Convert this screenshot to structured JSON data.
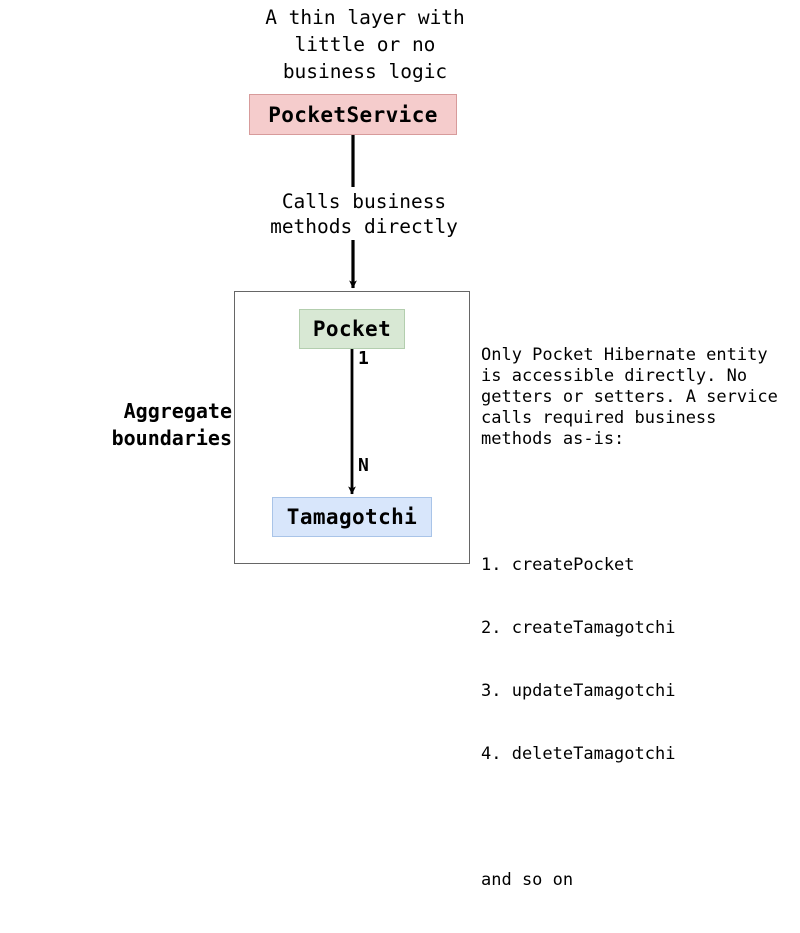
{
  "diagram": {
    "title_caption": "A thin layer with\nlittle or no\nbusiness logic",
    "mid_caption": "Calls business\nmethods directly",
    "aggregate_label": "Aggregate\nboundaries",
    "nodes": {
      "service": {
        "label": "PocketService",
        "fill": "#f5cccc",
        "stroke": "#d79b9b"
      },
      "pocket": {
        "label": "Pocket",
        "fill": "#d8e8d4",
        "stroke": "#b3ceae"
      },
      "tamagotchi": {
        "label": "Tamagotchi",
        "fill": "#d8e6fb",
        "stroke": "#a9c4e8"
      }
    },
    "multiplicity": {
      "source": "1",
      "target": "N"
    },
    "note": {
      "paragraph": "Only Pocket Hibernate entity\nis accessible directly. No\ngetters or setters. A service\ncalls required business\nmethods as-is:",
      "list": [
        "1. createPocket",
        "2. createTamagotchi",
        "3. updateTamagotchi",
        "4. deleteTamagotchi"
      ],
      "tail": "and so on"
    },
    "colors": {
      "background": "#ffffff",
      "text": "#000000",
      "connector": "#000000",
      "boundary_stroke": "#666666"
    }
  }
}
